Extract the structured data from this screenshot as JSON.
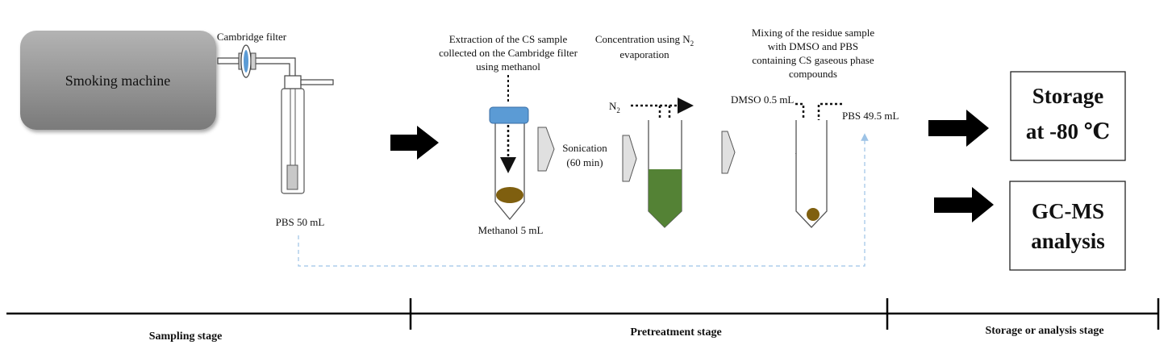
{
  "labels": {
    "smoking_machine": "Smoking machine",
    "cambridge_filter": "Cambridge filter",
    "pbs_50": "PBS 50 mL",
    "extraction": [
      "Extraction of the CS sample",
      "collected on the Cambridge filter",
      "using methanol"
    ],
    "methanol": "Methanol 5 mL",
    "sonication": [
      "Sonication",
      "(60 min)"
    ],
    "concentration_line1": "Concentration using N",
    "concentration_sub": "2",
    "concentration_line2": "evaporation",
    "n2_label": "N",
    "n2_sub": "2",
    "mixing": [
      "Mixing of the residue sample",
      "with DMSO and PBS",
      "containing CS gaseous phase",
      "compounds"
    ],
    "dmso": "DMSO 0.5 mL",
    "pbs_49": "PBS 49.5 mL",
    "storage": [
      "Storage",
      "at -80 ℃"
    ],
    "gcms": [
      "GC-MS",
      "analysis"
    ]
  },
  "stages": {
    "sampling": "Sampling stage",
    "pretreatment": "Pretreatment stage",
    "storage_analysis": "Storage or analysis stage"
  },
  "colors": {
    "filter_cap": "#5b9bd5",
    "extract_blob": "#7f5f0f",
    "concentrate_fill": "#548235",
    "dashed_line": "#9dc3e6",
    "machine_box": "#8c8c8c"
  }
}
